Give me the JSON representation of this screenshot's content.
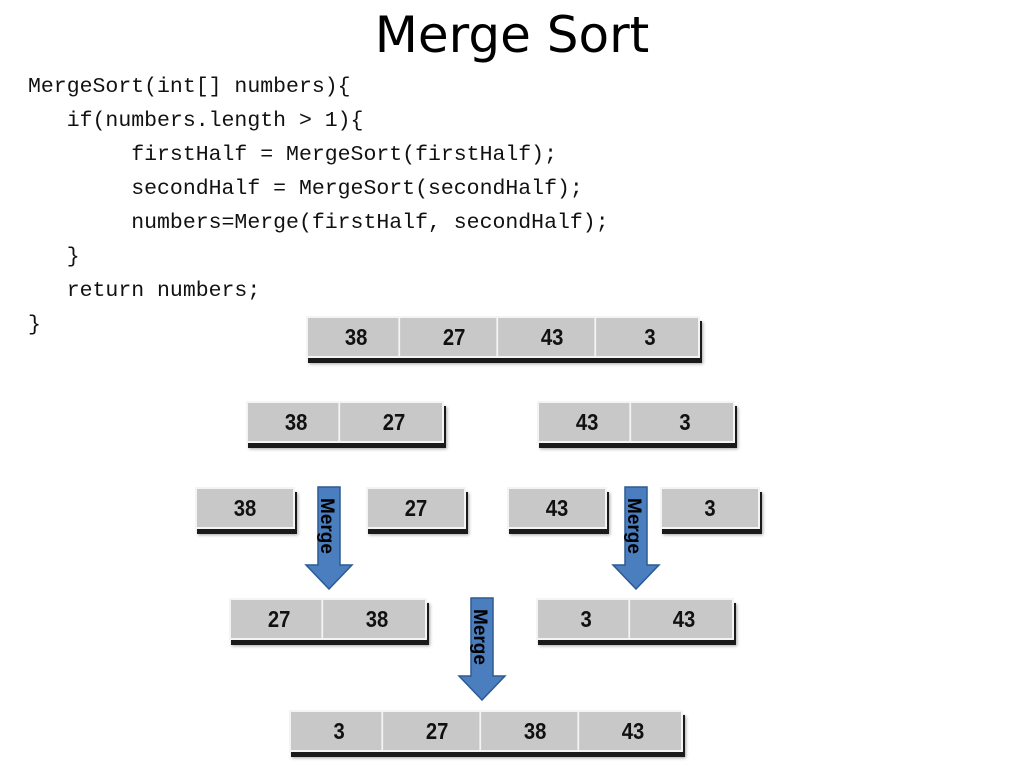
{
  "title": "Merge Sort",
  "code": [
    "MergeSort(int[] numbers){",
    "   if(numbers.length > 1){",
    "        firstHalf = MergeSort(firstHalf);",
    "        secondHalf = MergeSort(secondHalf);",
    "        numbers=Merge(firstHalf, secondHalf);",
    "   }",
    "   return numbers;",
    "}"
  ],
  "arrays": {
    "input": [
      "38",
      "27",
      "43",
      "3"
    ],
    "left_half": [
      "38",
      "27"
    ],
    "right_half": [
      "43",
      "3"
    ],
    "single_38": [
      "38"
    ],
    "single_27": [
      "27"
    ],
    "single_43": [
      "43"
    ],
    "single_3": [
      "3"
    ],
    "merged_left": [
      "27",
      "38"
    ],
    "merged_right": [
      "3",
      "43"
    ],
    "result": [
      "3",
      "27",
      "38",
      "43"
    ]
  },
  "merge_label": "Merge",
  "colors": {
    "cell_fill": "#c8c8c8",
    "arrow_fill": "#4a7ebf",
    "arrow_stroke": "#2c5a94"
  }
}
